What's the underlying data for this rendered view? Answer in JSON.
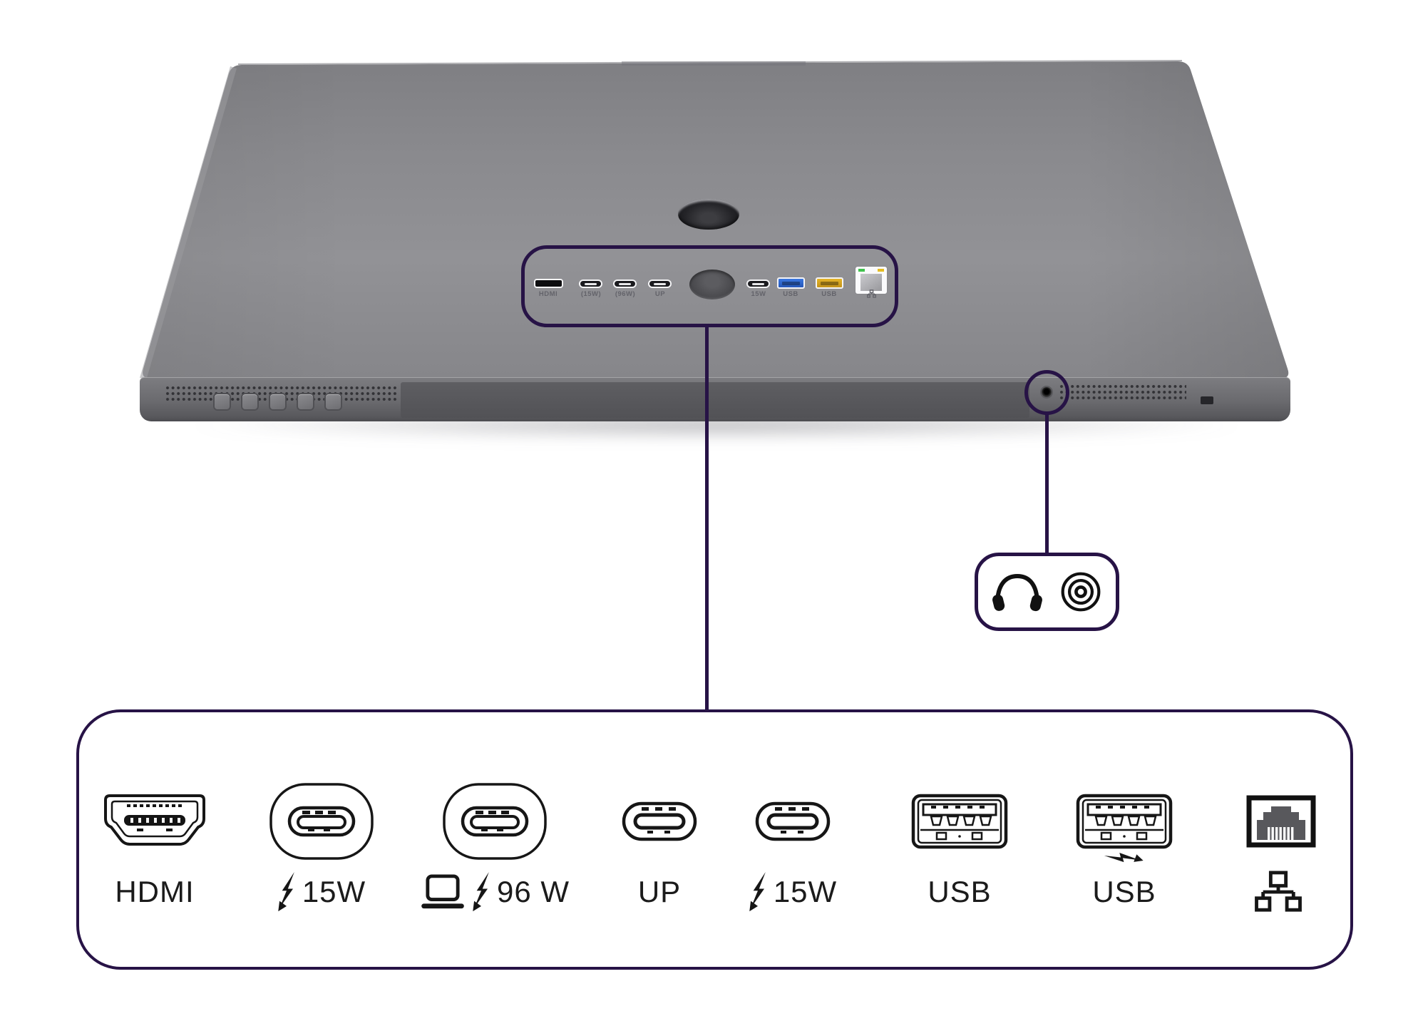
{
  "colors": {
    "accent": "#271346",
    "background": "#ffffff",
    "monitor_gray": "#8d8d91",
    "usb_blue": "#2f66cf",
    "usb_yellow": "#d9a81f",
    "led_green": "#3fc24d",
    "led_yellow": "#e5bd22"
  },
  "monitor": {
    "view": "rear-top-perspective",
    "control_buttons_count": 5,
    "rear_ports": [
      {
        "icon": "hdmi-port",
        "label": "HDMI"
      },
      {
        "icon": "usb-c-port",
        "label": "(15W)"
      },
      {
        "icon": "usb-c-port",
        "label": "(96W)"
      },
      {
        "icon": "usb-c-port",
        "label": "UP"
      },
      {
        "icon": "usb-c-port",
        "label": "15W"
      },
      {
        "icon": "usb-a-port-blue",
        "label": "USB"
      },
      {
        "icon": "usb-a-port-yellow",
        "label": "USB"
      },
      {
        "icon": "ethernet-port",
        "label": ""
      }
    ]
  },
  "ports_panel": {
    "items": [
      {
        "icon": "hdmi-connector",
        "label": "HDMI",
        "label_icons": []
      },
      {
        "icon": "usb-c-connector-ringed",
        "label": "15W",
        "label_icons": [
          "lightning-bolt"
        ]
      },
      {
        "icon": "usb-c-connector-ringed",
        "label": "96 W",
        "label_icons": [
          "laptop",
          "lightning-bolt"
        ]
      },
      {
        "icon": "usb-c-connector",
        "label": "UP",
        "label_icons": []
      },
      {
        "icon": "usb-c-connector",
        "label": "15W",
        "label_icons": [
          "lightning-bolt"
        ]
      },
      {
        "icon": "usb-a-connector",
        "label": "USB",
        "label_icons": []
      },
      {
        "icon": "usb-a-connector",
        "label": "USB",
        "label_icons": [
          "lightning-bolt-diagonal"
        ]
      },
      {
        "icon": "ethernet-connector",
        "label": "",
        "label_icons": [
          "network-nodes"
        ]
      }
    ]
  },
  "audio_callout": {
    "icons": [
      "headphones",
      "audio-jack"
    ]
  }
}
